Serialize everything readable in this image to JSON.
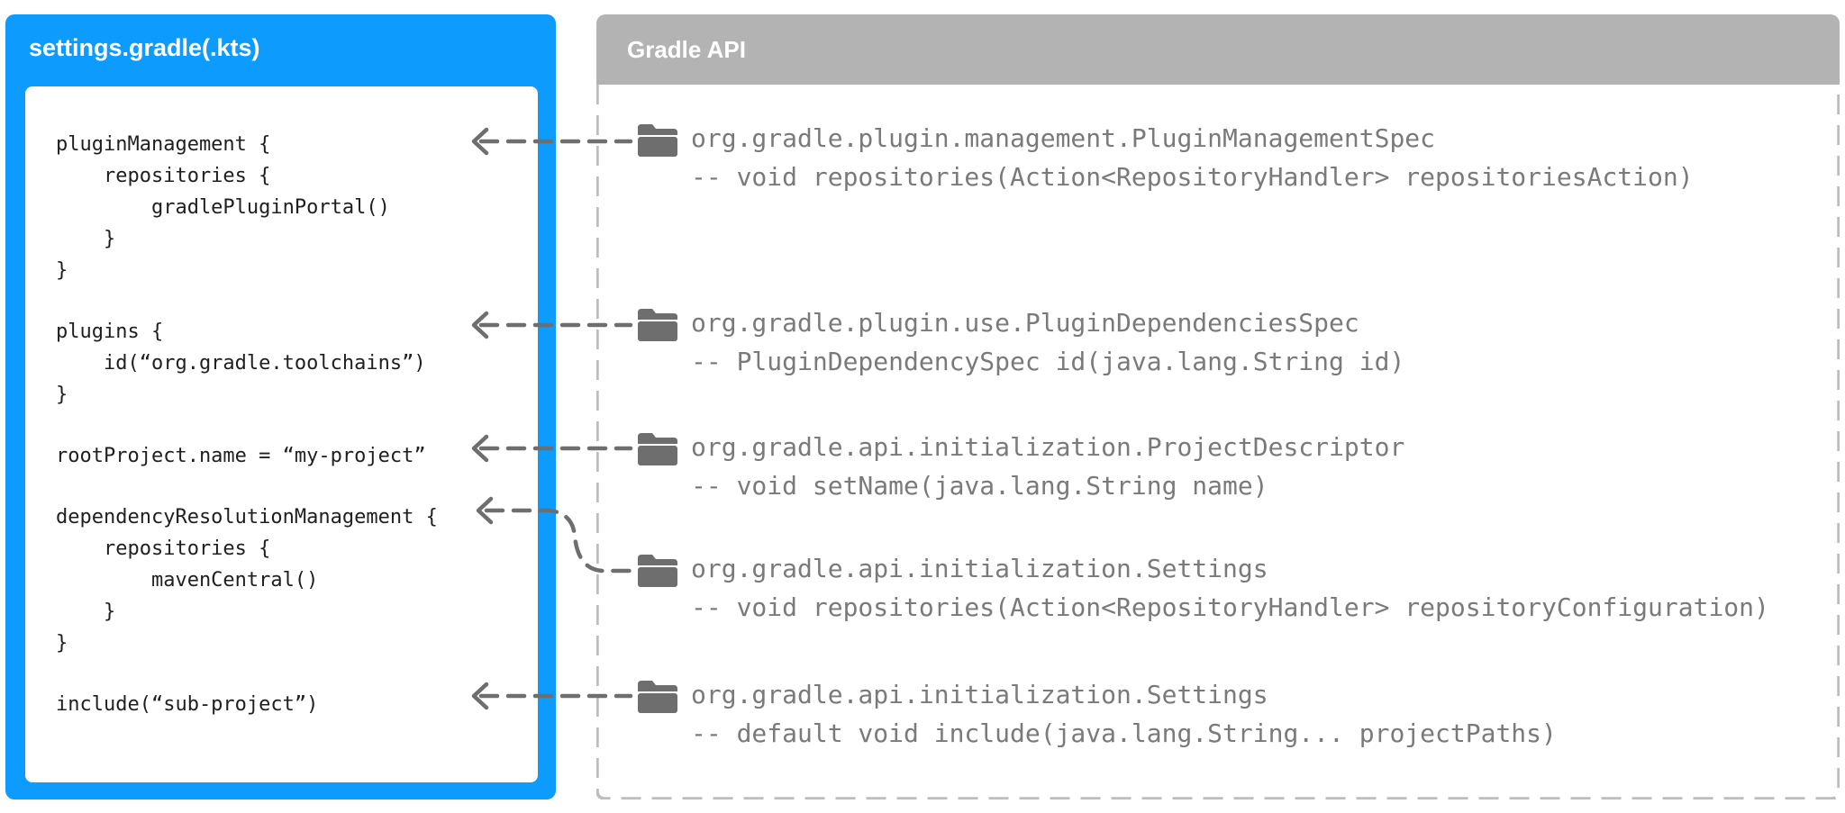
{
  "left_panel": {
    "title": "settings.gradle(.kts)",
    "code_lines": [
      "pluginManagement {",
      "    repositories {",
      "        gradlePluginPortal()",
      "    }",
      "}",
      "plugins {",
      "    id(“org.gradle.toolchains”)",
      "}",
      "rootProject.name = “my-project”",
      "dependencyResolutionManagement {",
      "    repositories {",
      "        mavenCentral()",
      "    }",
      "}",
      "include(“sub-project”)"
    ]
  },
  "right_panel": {
    "title": "Gradle API",
    "entries": [
      {
        "class": "org.gradle.plugin.management.PluginManagementSpec",
        "method": "-- void repositories(Action<RepositoryHandler> repositoriesAction)"
      },
      {
        "class": "org.gradle.plugin.use.PluginDependenciesSpec",
        "method": "-- PluginDependencySpec id(java.lang.String id)"
      },
      {
        "class": "org.gradle.api.initialization.ProjectDescriptor",
        "method": "-- void setName(java.lang.String name)"
      },
      {
        "class": "org.gradle.api.initialization.Settings",
        "method": "-- void repositories(Action<RepositoryHandler> repositoryConfiguration)"
      },
      {
        "class": "org.gradle.api.initialization.Settings",
        "method": "-- default void include(java.lang.String... projectPaths)"
      }
    ]
  },
  "icons": {
    "entry_icon": "folder-icon",
    "connector_icon": "dashed-arrow"
  },
  "colors": {
    "left_panel": "#0d9cfd",
    "right_header": "#b3b3b3",
    "api_text": "#7a7a7a",
    "connector": "#6e6e6e"
  }
}
